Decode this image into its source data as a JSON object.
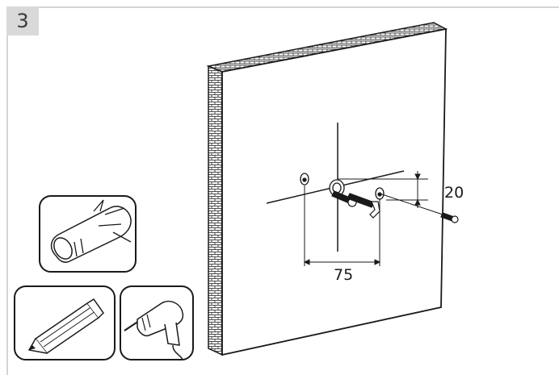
{
  "step": {
    "number": "3"
  },
  "dimensions": {
    "horizontal": "75",
    "vertical": "20"
  },
  "tool_icons": [
    "wall-plug-icon",
    "pencil-icon",
    "drill-icon"
  ],
  "colors": {
    "badge_bg": "#d9d9d9",
    "frame_line": "#d4d4d4",
    "ink": "#1a1a1a"
  }
}
